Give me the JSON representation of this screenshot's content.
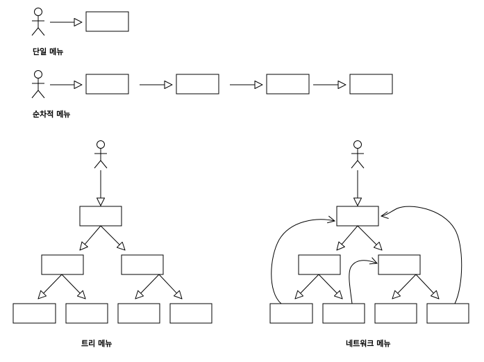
{
  "captions": {
    "single": "단일 메뉴",
    "sequential": "순차적 메뉴",
    "tree": "트리 메뉴",
    "network": "네트워크 메뉴"
  }
}
